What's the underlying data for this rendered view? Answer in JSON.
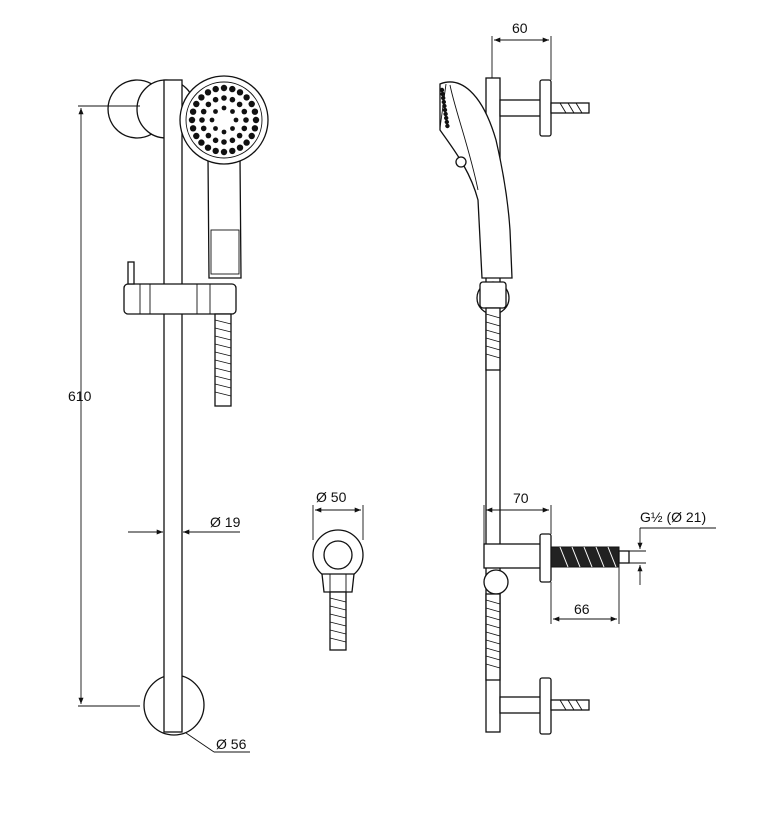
{
  "dimensions": {
    "total_height": "610",
    "rail_diameter": "Ø 19",
    "flange_diameter": "Ø 56",
    "outlet_diameter": "Ø 50",
    "top_projection": "60",
    "bottom_projection": "70",
    "thread": "G½ (Ø 21)",
    "thread_length": "66"
  }
}
